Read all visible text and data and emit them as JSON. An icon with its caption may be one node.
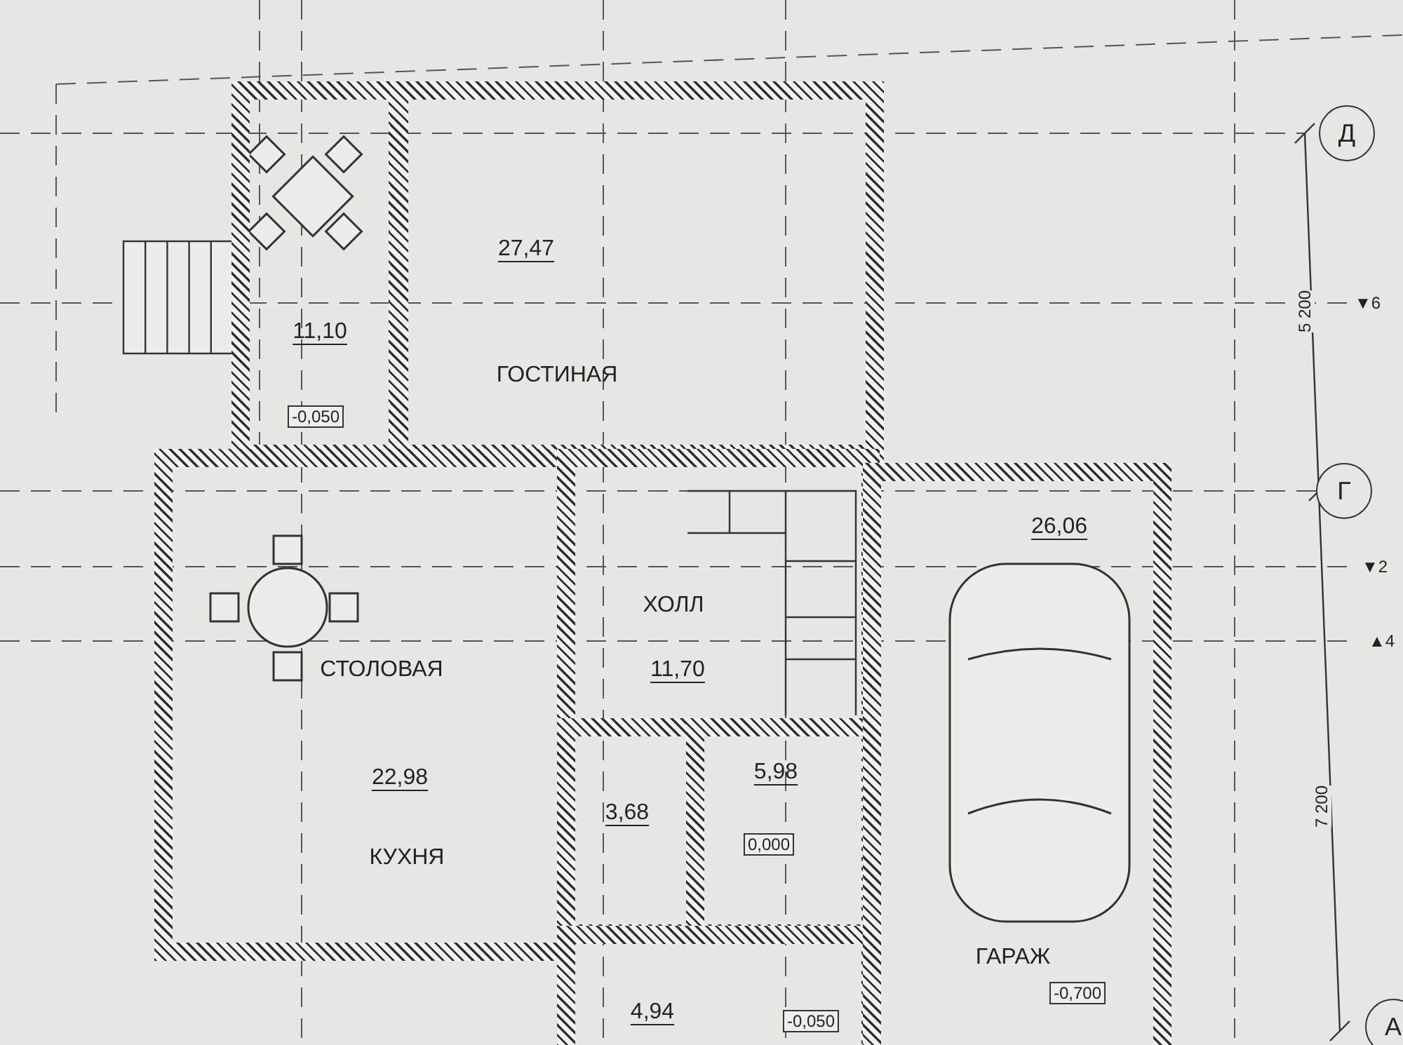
{
  "diagram": {
    "nodes": [
      {
        "text": [
          "11,10",
          "-0,050"
        ]
      },
      {
        "text": [
          "27,47",
          "ГОСТИНАЯ"
        ]
      },
      {
        "text": [
          "СТОЛОВАЯ",
          "22,98",
          "КУХНЯ"
        ]
      },
      {
        "text": [
          "ХОЛЛ",
          "11,70"
        ]
      },
      {
        "text": [
          "3,68"
        ]
      },
      {
        "text": [
          "5,98",
          "0,000"
        ]
      },
      {
        "text": [
          "4,94",
          "-0,050"
        ]
      },
      {
        "text": [
          "26,06",
          "ГАРАЖ",
          "-0,700"
        ]
      },
      {
        "text": [
          "Д"
        ]
      },
      {
        "text": [
          "Г"
        ]
      },
      {
        "text": [
          "А"
        ]
      }
    ],
    "edges": [],
    "labels": [
      "5 200",
      "▼6",
      "▼2",
      "▲4",
      "7 200"
    ]
  }
}
